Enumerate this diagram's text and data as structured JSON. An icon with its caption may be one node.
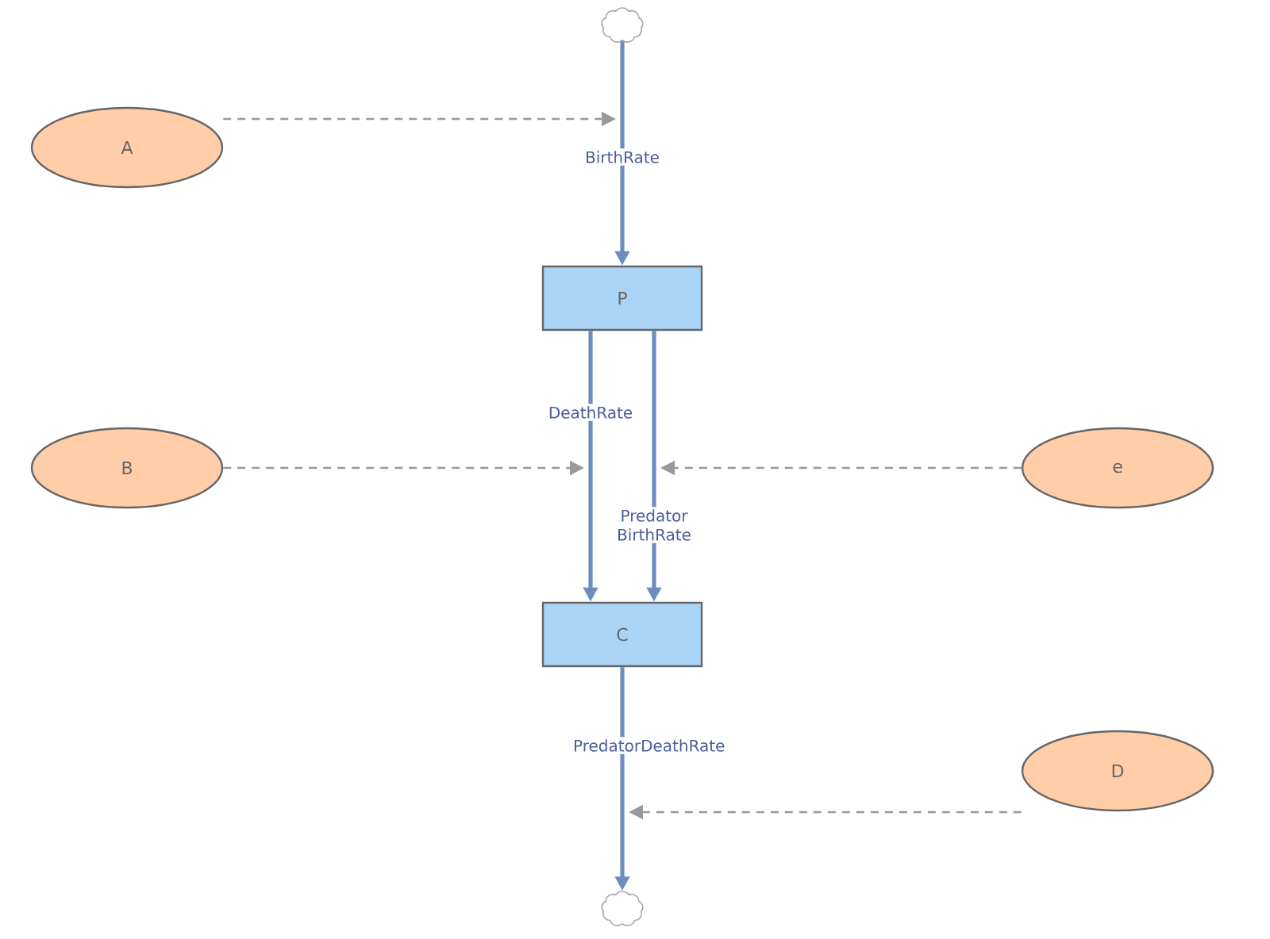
{
  "diagram": {
    "nodes": [
      {
        "text": [],
        "shape": "cloud"
      },
      {
        "text": [
          "A"
        ]
      },
      {
        "text": [
          "P"
        ]
      },
      {
        "text": [
          "B"
        ]
      },
      {
        "text": [
          "e"
        ]
      },
      {
        "text": [
          "C"
        ]
      },
      {
        "text": [
          "D"
        ]
      },
      {
        "text": [],
        "shape": "cloud"
      }
    ],
    "edges": [
      {
        "from": 0,
        "to": 2,
        "arrow": "to",
        "label": "BirthRate",
        "color": "#6c8ebf"
      },
      {
        "from": 2,
        "to": 5,
        "arrow": "to",
        "label": "DeathRate",
        "color": "#6c8ebf"
      },
      {
        "from": 2,
        "to": 5,
        "arrow": "to",
        "label": "Predator BirthRate",
        "color": "#6c8ebf"
      },
      {
        "from": 5,
        "to": 7,
        "arrow": "to",
        "label": "PredatorDeathRate",
        "color": "#6c8ebf"
      },
      {
        "from": 1,
        "to": null,
        "arrow": "to",
        "style": "dashed",
        "color": "#999999"
      },
      {
        "from": 3,
        "to": null,
        "arrow": "to",
        "style": "dashed",
        "color": "#999999"
      },
      {
        "from": 4,
        "to": null,
        "arrow": "to",
        "style": "dashed",
        "color": "#999999"
      },
      {
        "from": 6,
        "to": null,
        "arrow": "to",
        "style": "dashed",
        "color": "#999999"
      }
    ]
  }
}
